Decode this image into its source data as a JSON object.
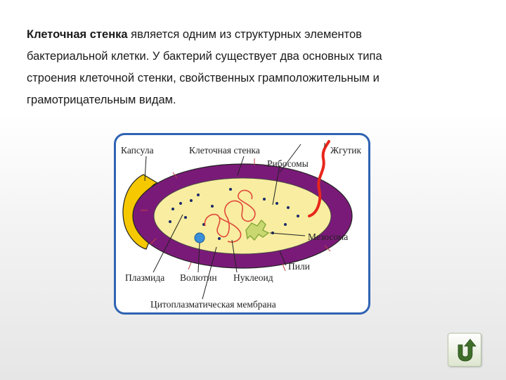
{
  "intro": {
    "bold_term": "Клеточная стенка",
    "rest_line1": " является одним из структурных элементов",
    "line2": "бактериальной клетки. У бактерий существует два основных типа",
    "line3": "строения клеточной стенки, свойственных грамположительным и",
    "line4": "грамотрицательным видам."
  },
  "diagram": {
    "labels": {
      "capsule": "Капсула",
      "cell_wall": "Клеточная стенка",
      "flagellum": "Жгутик",
      "ribosomes": "Рибосомы",
      "mesosome": "Мезосома",
      "pili": "Пили",
      "plasmid": "Плазмида",
      "volutin": "Волютин",
      "nucleoid": "Нуклеоид",
      "cytoplasmic_membrane": "Цитоплазматическая мембрана"
    },
    "colors": {
      "frame": "#2f63b3",
      "capsule": "#f5c800",
      "cell_wall": "#7a1a78",
      "cytoplasm": "#f8eda0",
      "flagellum": "#e8261c",
      "nucleoid": "#e0483a",
      "mesosome": "#86a838",
      "volutin": "#3a8fd8"
    }
  },
  "nav": {
    "icon": "return-arrow-icon"
  }
}
